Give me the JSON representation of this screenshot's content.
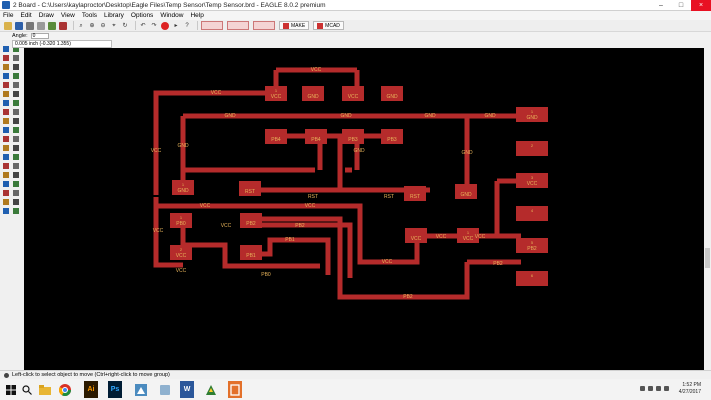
{
  "window": {
    "title": "2 Board - C:\\Users\\kaylaproctor\\Desktop\\Eagle Files\\Temp Sensor\\Temp Sensor.brd - EAGLE 8.0.2 premium"
  },
  "menu": [
    "File",
    "Edit",
    "Draw",
    "View",
    "Tools",
    "Library",
    "Options",
    "Window",
    "Help"
  ],
  "toolbar": {
    "make_label": "MAKE",
    "mcad_label": "MCAD"
  },
  "params": {
    "angle_label": "Angle:",
    "angle_value": "0"
  },
  "coord_readout": "0.005 inch (-0.320 1.355)",
  "status": "Left-click to select object to move (Ctrl+right-click to move group)",
  "clock": {
    "time": "1:52 PM",
    "date": "4/27/2017"
  },
  "colors": {
    "board_bg": "#000000",
    "copper": "#b52b2b",
    "label": "#e8b45a",
    "taskbar": "#f3f3f3"
  },
  "taskbar": {
    "icons": [
      "windows-icon",
      "search-icon",
      "file-explorer-icon",
      "chrome-icon",
      "illustrator-icon",
      "photoshop-icon",
      "fritzing-icon",
      "tablet-icon",
      "word-icon",
      "snipping-icon",
      "eagle-icon"
    ],
    "illustrator_label": "Ai",
    "photoshop_label": "Ps",
    "word_label": "W"
  },
  "pcb": {
    "pads": [
      {
        "label": "VCC",
        "top": "1"
      },
      {
        "label": "GND",
        "top": ""
      },
      {
        "label": "VCC",
        "top": ""
      },
      {
        "label": "GND",
        "top": ""
      },
      {
        "label": "PB4",
        "top": ""
      },
      {
        "label": "PB4",
        "top": ""
      },
      {
        "label": "PB3",
        "top": ""
      },
      {
        "label": "PB3",
        "top": ""
      },
      {
        "label": "GND",
        "top": "1"
      },
      {
        "label": "RST",
        "top": ""
      },
      {
        "label": "RST",
        "top": ""
      },
      {
        "label": "GND",
        "top": ""
      },
      {
        "label": "PB0",
        "top": "1"
      },
      {
        "label": "PB2",
        "top": ""
      },
      {
        "label": "VCC",
        "top": "2"
      },
      {
        "label": "PB1",
        "top": ""
      },
      {
        "label": "VCC",
        "top": ""
      },
      {
        "label": "VCC",
        "top": "1"
      },
      {
        "label": "GND",
        "top": "1"
      },
      {
        "label": "",
        "top": "2"
      },
      {
        "label": "VCC",
        "top": "3"
      },
      {
        "label": "",
        "top": "4"
      },
      {
        "label": "PB2",
        "top": "5"
      },
      {
        "label": "",
        "top": "6"
      }
    ],
    "trace_labels": [
      "VCC",
      "VCC",
      "GND",
      "GND",
      "GND",
      "GND",
      "VCC",
      "GND",
      "GND",
      "RST",
      "RST",
      "VCC",
      "VCC",
      "PB2",
      "PB1",
      "VCC",
      "VCC",
      "VCC",
      "PB0",
      "PB2",
      "PB2",
      "VCC",
      "GND",
      "VCC",
      "VCC"
    ]
  }
}
